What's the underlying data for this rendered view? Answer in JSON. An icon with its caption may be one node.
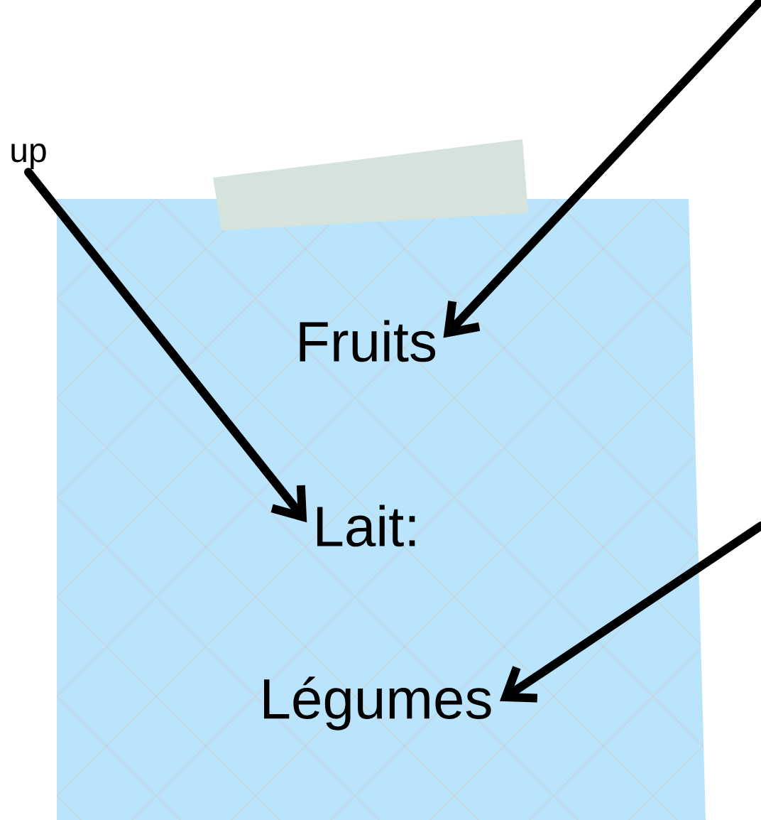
{
  "diagram": {
    "nodes": [
      {
        "text": [
          "up"
        ]
      },
      {
        "text": [
          "Fruits"
        ]
      },
      {
        "text": [
          "Lait:"
        ]
      },
      {
        "text": [
          "Légumes"
        ]
      }
    ],
    "edges": [
      {
        "from": null,
        "to": 1,
        "arrow": "to"
      },
      {
        "from": 0,
        "to": 2,
        "arrow": "to"
      },
      {
        "from": null,
        "to": 3,
        "arrow": "to"
      }
    ]
  }
}
